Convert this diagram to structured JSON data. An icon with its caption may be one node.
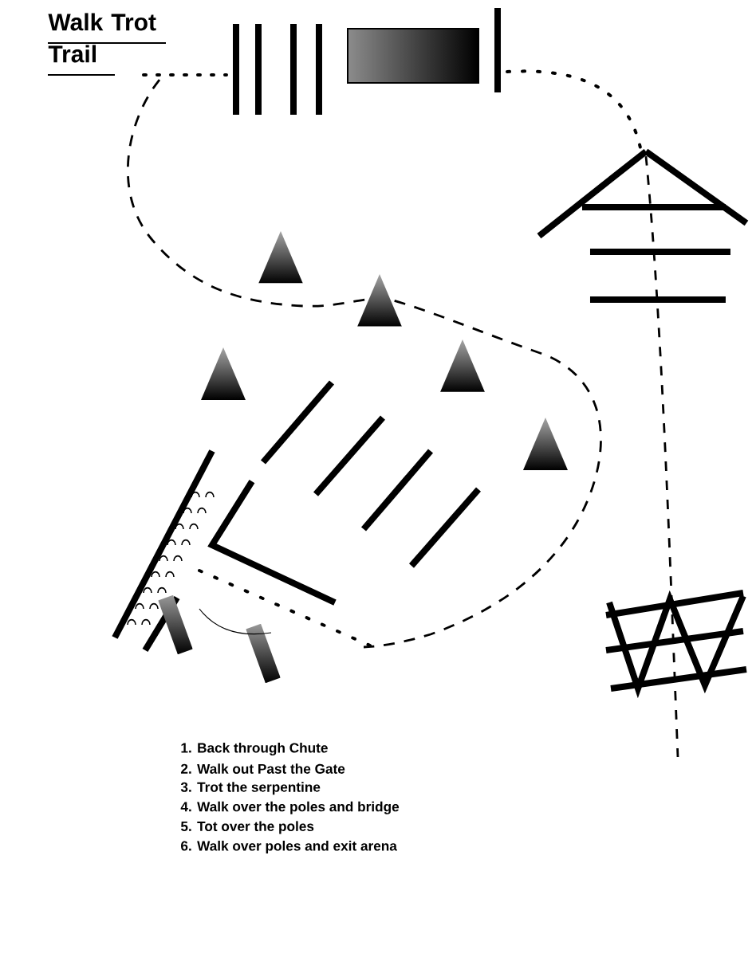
{
  "diagram": {
    "title": "Walk Trot Trail",
    "labels": [
      "1. Back through Chute",
      "2. Walk out Past the Gate",
      "3. Trot the serpentine",
      "4. Walk over the poles and bridge",
      "5. Tot over the poles",
      "6. Walk over poles and exit arena"
    ]
  }
}
